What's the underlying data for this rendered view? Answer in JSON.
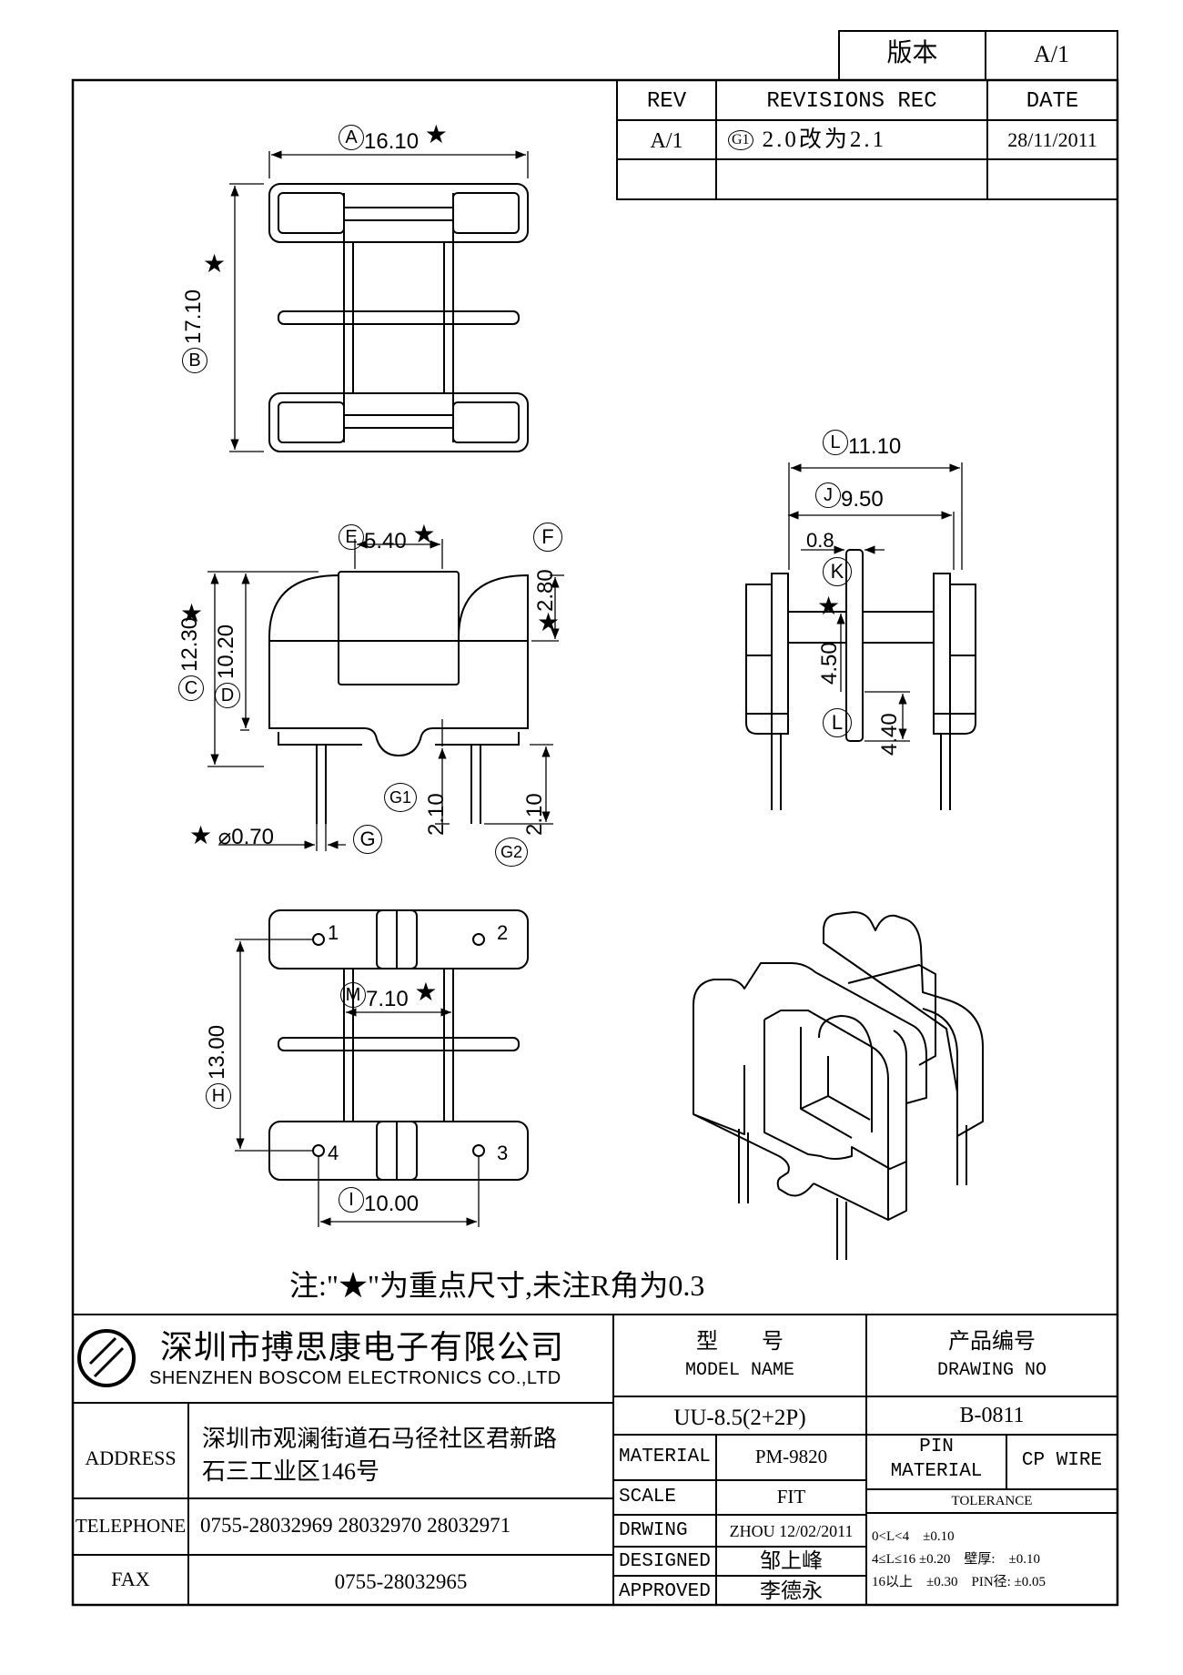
{
  "version_box": {
    "label": "版本",
    "value": "A/1"
  },
  "revision_table": {
    "headers": [
      "REV",
      "REVISIONS REC",
      "DATE"
    ],
    "rows": [
      {
        "rev": "A/1",
        "tag": "G1",
        "desc": "2.0改为2.1",
        "date": "28/11/2011"
      }
    ]
  },
  "top_view": {
    "width_tag": "A",
    "width": "16.10",
    "height_tag": "B",
    "height": "17.10",
    "star": "★"
  },
  "front_view": {
    "core_tag": "E",
    "core_width": "5.40",
    "f_tag": "F",
    "f_value": "2.80",
    "c_tag": "C",
    "c_value": "12.30",
    "d_tag": "D",
    "d_value": "10.20",
    "pin_dia": "⌀0.70",
    "g_tag": "G",
    "g1_tag": "G1",
    "g1_value": "2.10",
    "g2_tag": "G2",
    "g2_value": "2.10"
  },
  "side_view": {
    "l_tag": "L",
    "l_value": "11.10",
    "j_tag": "J",
    "j_value": "9.50",
    "thickness": "0.8",
    "k_tag": "K",
    "inner_height": "4.50",
    "l2_tag": "L",
    "l2_value": "4.40"
  },
  "bottom_view": {
    "pins": [
      "1",
      "2",
      "3",
      "4"
    ],
    "m_tag": "M",
    "m_value": "7.10",
    "h_tag": "H",
    "h_value": "13.00",
    "i_tag": "I",
    "i_value": "10.00"
  },
  "note": "注:\"★\"为重点尺寸,未注R角为0.3",
  "title_block": {
    "company_cn": "深圳市搏思康电子有限公司",
    "company_en": "SHENZHEN BOSCOM ELECTRONICS CO.,LTD",
    "address_label": "ADDRESS",
    "address_line1": "深圳市观澜街道石马径社区君新路",
    "address_line2": "石三工业区146号",
    "telephone_label": "TELEPHONE",
    "telephone": "0755-28032969 28032970 28032971",
    "fax_label": "FAX",
    "fax": "0755-28032965",
    "model_label_cn": "型　　号",
    "model_label_en": "MODEL NAME",
    "model": "UU-8.5(2+2P)",
    "drawing_label_cn": "产品编号",
    "drawing_label_en": "DRAWING NO",
    "drawing_no": "B-0811",
    "material_label": "MATERIAL",
    "material": "PM-9820",
    "pin_material_label_1": "PIN",
    "pin_material_label_2": "MATERIAL",
    "pin_material": "CP WIRE",
    "scale_label": "SCALE",
    "scale": "FIT",
    "drawing_label": "DRWING",
    "drawing_by": "ZHOU 12/02/2011",
    "designed_label": "DESIGNED",
    "designed_by": "邹上峰",
    "approved_label": "APPROVED",
    "approved_by": "李德永",
    "tolerance_label": "TOLERANCE",
    "tol_row1": "0<L<4　±0.10",
    "tol_row2": "4≤L≤16 ±0.20　壁厚:　±0.10",
    "tol_row3": "16以上　±0.30　PIN径: ±0.05"
  }
}
